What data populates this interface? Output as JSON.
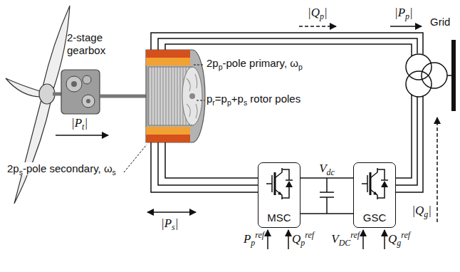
{
  "diagram": {
    "nodes": [
      {
        "text": [
          "MSC"
        ]
      },
      {
        "text": [
          "GSC"
        ]
      }
    ],
    "edges": [
      {
        "from": 0,
        "to": 1,
        "arrow": "none",
        "label": "Vdc"
      }
    ],
    "labels": [
      "2-stage gearbox",
      "|Pt|",
      "2pp-pole primary, ωp",
      "pr=pp+ps rotor poles",
      "2ps-pole secondary, ωs",
      "|Ps|",
      "|Qp|",
      "|Pp|",
      "Grid",
      "Ppref",
      "Qpref",
      "|Qg|",
      "VDCref",
      "Qgref"
    ]
  }
}
